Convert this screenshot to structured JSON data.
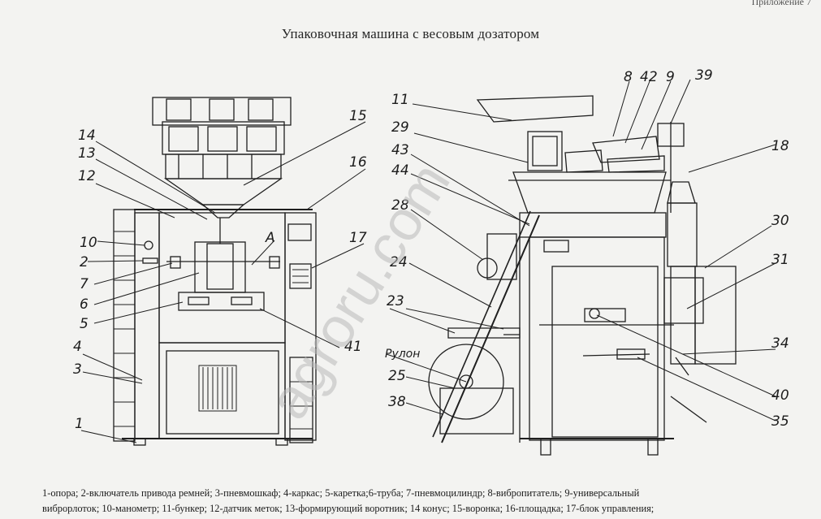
{
  "header": {
    "corner_text": "Приложение 7"
  },
  "title": "Упаковочная машина с весовым дозатором",
  "watermark": "agroru.com",
  "diagram": {
    "left_callouts": [
      "14",
      "13",
      "12",
      "10",
      "2",
      "7",
      "6",
      "5",
      "4",
      "3",
      "1",
      "15",
      "16",
      "А",
      "17",
      "41"
    ],
    "right_callouts": [
      "11",
      "29",
      "43",
      "44",
      "28",
      "24",
      "23",
      "Рулон",
      "25",
      "38",
      "8",
      "42",
      "9",
      "39",
      "18",
      "30",
      "31",
      "34",
      "40",
      "35"
    ]
  },
  "caption": {
    "line1": "1-опора; 2-включатель привода ремней; 3-пневмошкаф; 4-каркас; 5-каретка;6-труба; 7-пневмоцилиндр; 8-вибропитатель; 9-универсальный",
    "line2": "виброрлоток; 10-манометр; 11-бункер; 12-датчик меток; 13-формирующий воротник; 14 конус; 15-воронка; 16-площадка; 17-блок управления;"
  },
  "colors": {
    "ink": "#1f1f1f",
    "paper": "#f3f3f1",
    "watermark": "#b9b9b9"
  }
}
